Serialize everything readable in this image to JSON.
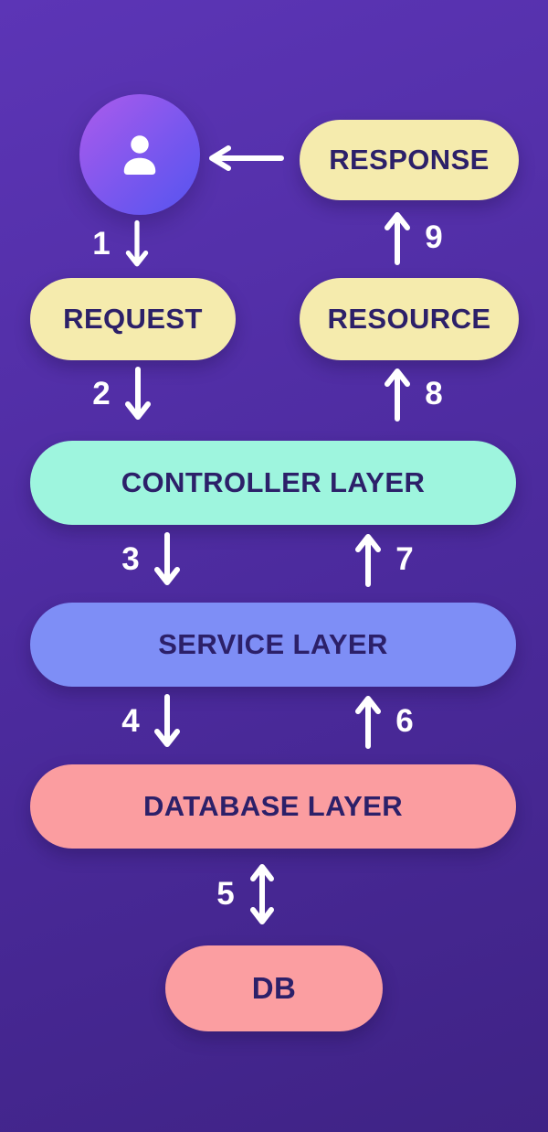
{
  "nodes": {
    "user": {
      "icon": "user-icon"
    },
    "response": {
      "label": "RESPONSE",
      "bg": "#F5EBAD"
    },
    "request": {
      "label": "REQUEST",
      "bg": "#F5EBAD"
    },
    "resource": {
      "label": "RESOURCE",
      "bg": "#F5EBAD"
    },
    "controller": {
      "label": "CONTROLLER LAYER",
      "bg": "#9EF5DE"
    },
    "service": {
      "label": "SERVICE LAYER",
      "bg": "#7E8EF6"
    },
    "database": {
      "label": "DATABASE LAYER",
      "bg": "#FB9DA0"
    },
    "db": {
      "label": "DB",
      "bg": "#FB9EA1"
    }
  },
  "steps": [
    {
      "number": "1",
      "direction": "down",
      "from": "user",
      "to": "request"
    },
    {
      "number": "2",
      "direction": "down",
      "from": "request",
      "to": "controller"
    },
    {
      "number": "3",
      "direction": "down",
      "from": "controller",
      "to": "service"
    },
    {
      "number": "4",
      "direction": "down",
      "from": "service",
      "to": "database"
    },
    {
      "number": "5",
      "direction": "both",
      "from": "database",
      "to": "db"
    },
    {
      "number": "6",
      "direction": "up",
      "from": "database",
      "to": "service"
    },
    {
      "number": "7",
      "direction": "up",
      "from": "service",
      "to": "controller"
    },
    {
      "number": "8",
      "direction": "up",
      "from": "controller",
      "to": "resource"
    },
    {
      "number": "9",
      "direction": "up",
      "from": "resource",
      "to": "response"
    }
  ],
  "colors": {
    "background_top": "#5C35B6",
    "background_bottom": "#3F2385",
    "pill_text": "#2C2069",
    "arrow": "#FFFFFF",
    "avatar_gradient_start": "#AC5BEC",
    "avatar_gradient_end": "#5554F0"
  }
}
